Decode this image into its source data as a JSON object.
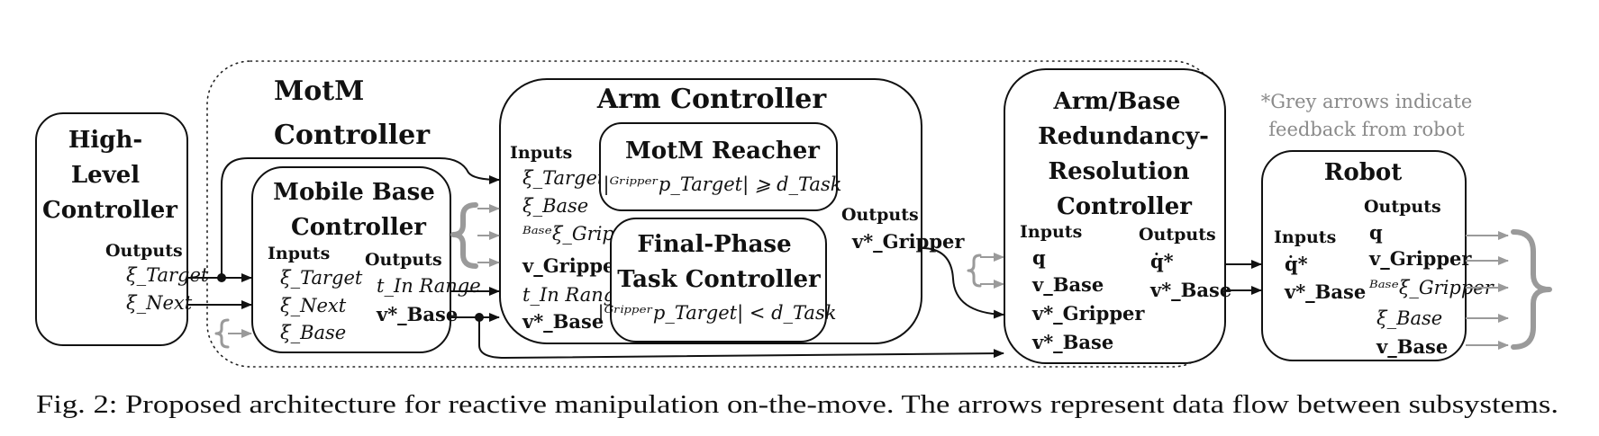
{
  "motm": {
    "title_1": "MotM",
    "title_2": "Controller"
  },
  "high_level": {
    "title_1": "High-",
    "title_2": "Level",
    "title_3": "Controller",
    "outputs_label": "Outputs",
    "outputs": [
      "ξ_Target",
      "ξ_Next"
    ]
  },
  "mobile_base": {
    "title_1": "Mobile Base",
    "title_2": "Controller",
    "inputs_label": "Inputs",
    "inputs": [
      "ξ_Target",
      "ξ_Next",
      "ξ_Base"
    ],
    "outputs_label": "Outputs",
    "outputs": [
      "t_In Range",
      "v*_Base"
    ]
  },
  "arm": {
    "title": "Arm Controller",
    "inputs_label": "Inputs",
    "inputs": [
      "ξ_Target",
      "ξ_Base",
      "ᴮᵃˢᵉξ_Gripper",
      "v_Gripper",
      "t_In Range",
      "v*_Base"
    ],
    "outputs_label": "Outputs",
    "outputs": [
      "v*_Gripper"
    ],
    "reacher": {
      "title": "MotM Reacher",
      "condition": "|ᴳʳⁱᵖᵖᵉʳp_Target| ⩾ d_Task"
    },
    "final_phase": {
      "title_1": "Final-Phase",
      "title_2": "Task Controller",
      "condition": "|ᴳʳⁱᵖᵖᵉʳp_Target| < d_Task"
    }
  },
  "redundancy": {
    "title_1": "Arm/Base",
    "title_2": "Redundancy-",
    "title_3": "Resolution",
    "title_4": "Controller",
    "inputs_label": "Inputs",
    "inputs": [
      "q",
      "v_Base",
      "v*_Gripper",
      "v*_Base"
    ],
    "outputs_label": "Outputs",
    "outputs": [
      "q̇*",
      "v*_Base"
    ]
  },
  "robot": {
    "title": "Robot",
    "inputs_label": "Inputs",
    "inputs": [
      "q̇*",
      "v*_Base"
    ],
    "outputs_label": "Outputs",
    "outputs": [
      "q",
      "v_Gripper",
      "ᴮᵃˢᵉξ_Gripper",
      "ξ_Base",
      "v_Base"
    ]
  },
  "note": {
    "line_1": "*Grey arrows indicate",
    "line_2": "feedback from robot"
  },
  "colors": {
    "line": "#111111",
    "feedback": "#9a9a9a"
  },
  "caption": "Fig. 2: Proposed architecture for reactive manipulation on-the-move. The arrows represent data flow between subsystems."
}
